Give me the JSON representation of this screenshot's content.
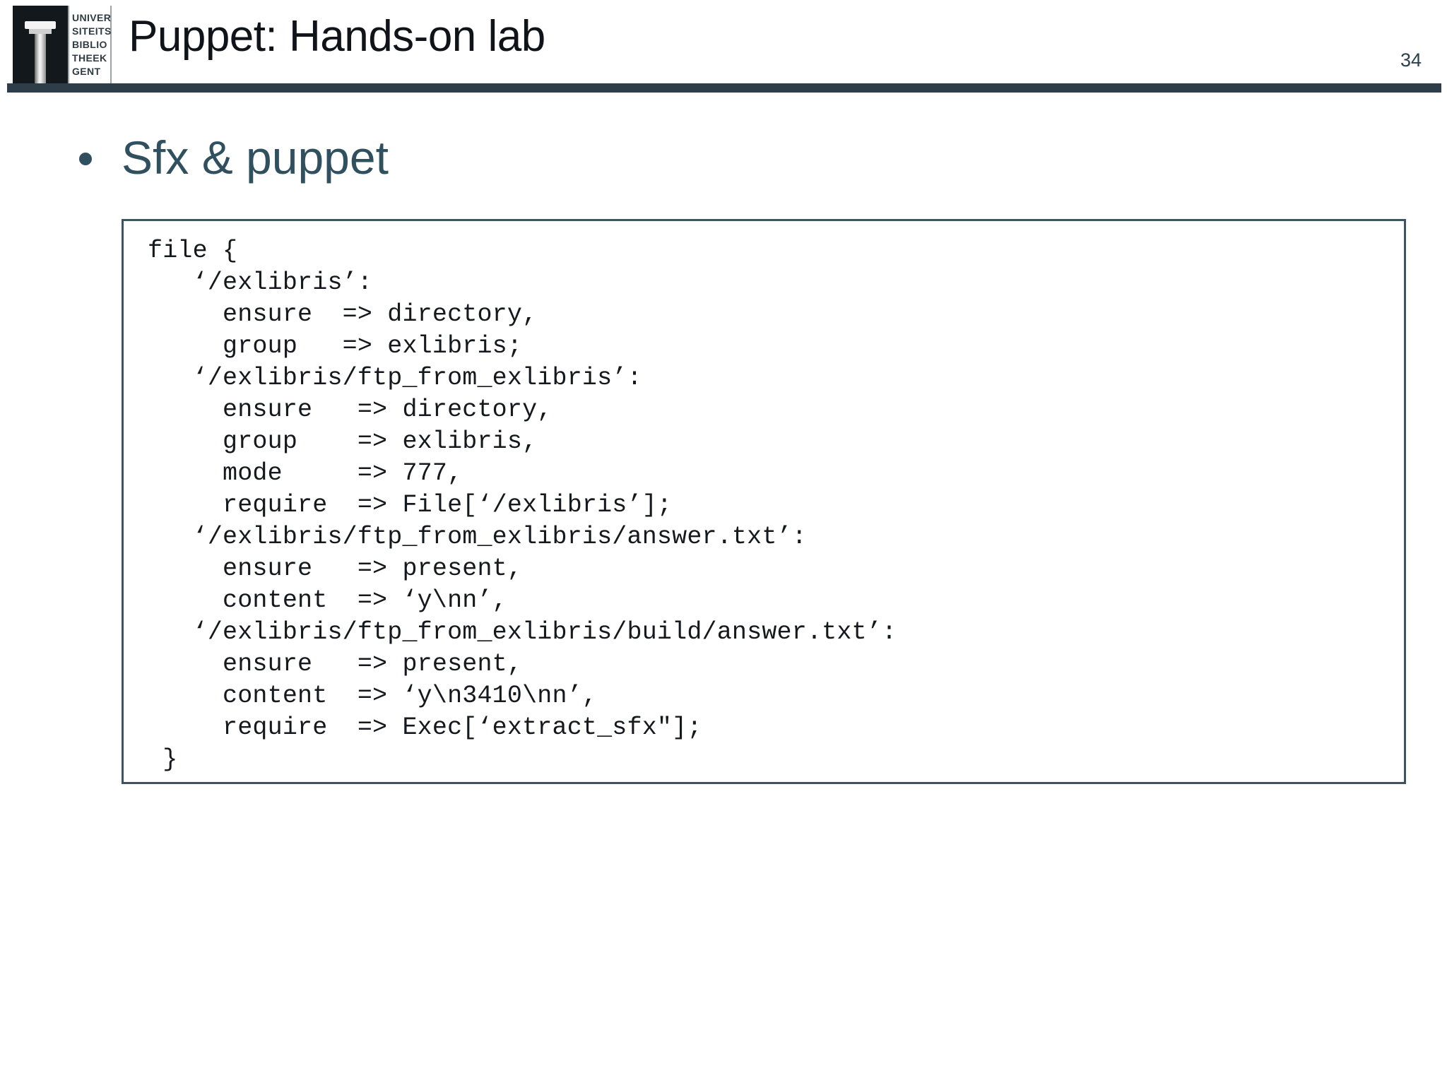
{
  "header": {
    "title": "Puppet: Hands-on lab",
    "page_number": "34",
    "logo": {
      "icon_name": "university-pillar-logo",
      "lines": [
        "UNIVER",
        "SITEITS",
        "BIBLIO",
        "THEEK",
        "GENT"
      ]
    },
    "rule_color": "#2e3d48"
  },
  "body": {
    "bullet": {
      "marker": "•",
      "text": "Sfx & puppet",
      "color": "#31505f"
    },
    "code_block": {
      "border_color": "#3b5462",
      "language": "puppet",
      "lines": [
        "file {",
        "   ‘/exlibris’:",
        "     ensure  => directory,",
        "     group   => exlibris;",
        "   ‘/exlibris/ftp_from_exlibris’:",
        "     ensure   => directory,",
        "     group    => exlibris,",
        "     mode     => 777,",
        "     require  => File[‘/exlibris’];",
        "   ‘/exlibris/ftp_from_exlibris/answer.txt’:",
        "     ensure   => present,",
        "     content  => ‘y\\nn’,",
        "   ‘/exlibris/ftp_from_exlibris/build/answer.txt’:",
        "     ensure   => present,",
        "     content  => ‘y\\n3410\\nn’,",
        "     require  => Exec[‘extract_sfx\"];",
        " }"
      ],
      "text": "file {\n   ‘/exlibris’:\n     ensure  => directory,\n     group   => exlibris;\n   ‘/exlibris/ftp_from_exlibris’:\n     ensure   => directory,\n     group    => exlibris,\n     mode     => 777,\n     require  => File[‘/exlibris’];\n   ‘/exlibris/ftp_from_exlibris/answer.txt’:\n     ensure   => present,\n     content  => ‘y\\nn’,\n   ‘/exlibris/ftp_from_exlibris/build/answer.txt’:\n     ensure   => present,\n     content  => ‘y\\n3410\\nn’,\n     require  => Exec[‘extract_sfx\"];\n }"
    }
  }
}
